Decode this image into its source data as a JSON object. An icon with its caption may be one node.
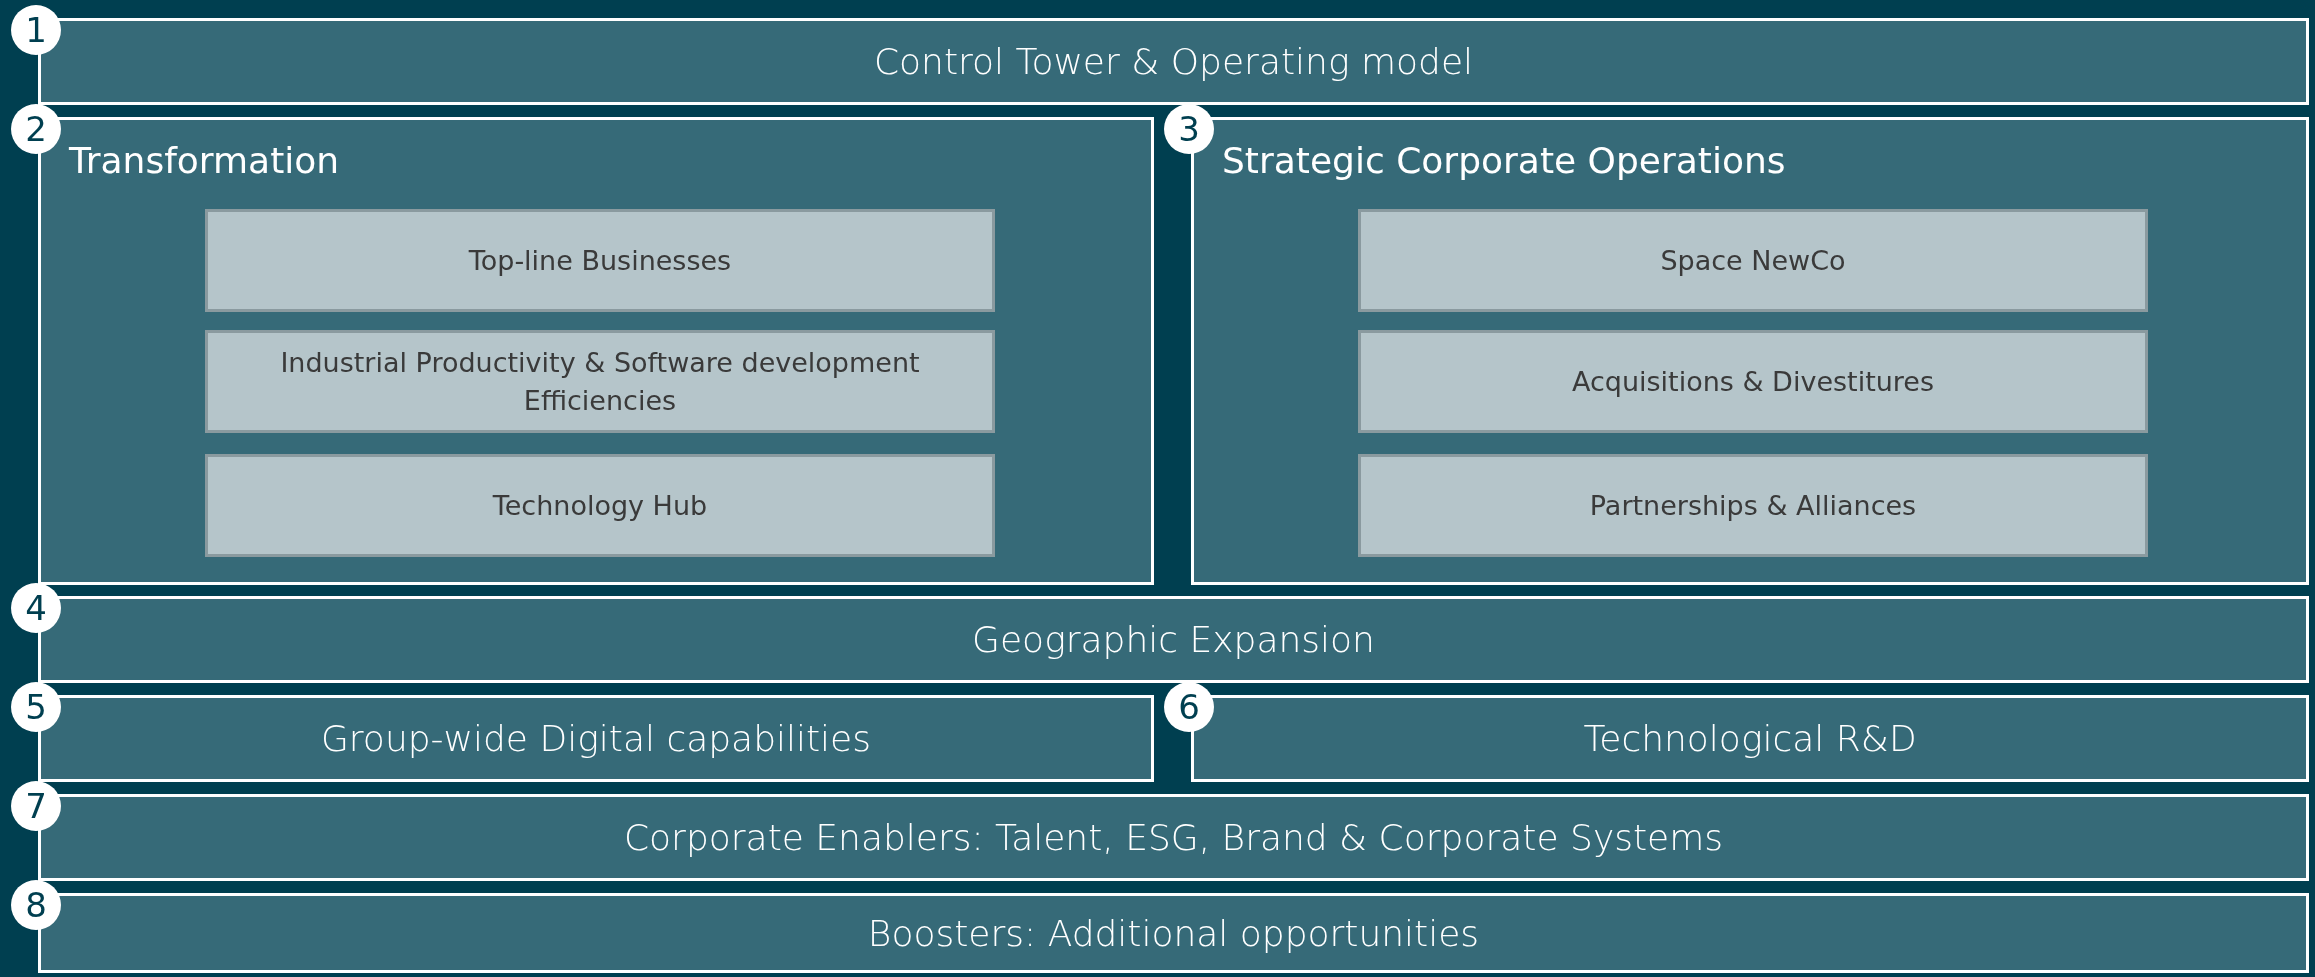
{
  "diagram": {
    "nodes": [
      {
        "text": [
          "Control Tower & Operating model"
        ],
        "beside": [
          "1"
        ]
      },
      {
        "text": [
          "Transformation"
        ],
        "beside": [
          "2"
        ]
      },
      {
        "text": [
          "Top-line Businesses"
        ],
        "in": 1
      },
      {
        "text": [
          "Industrial Productivity & Software development Efficiencies"
        ],
        "in": 1
      },
      {
        "text": [
          "Technology Hub"
        ],
        "in": 1
      },
      {
        "text": [
          "Strategic Corporate Operations"
        ],
        "beside": [
          "3"
        ]
      },
      {
        "text": [
          "Space NewCo"
        ],
        "in": 5
      },
      {
        "text": [
          "Acquisitions & Divestitures"
        ],
        "in": 5
      },
      {
        "text": [
          "Partnerships & Alliances"
        ],
        "in": 5
      },
      {
        "text": [
          "Geographic Expansion"
        ],
        "beside": [
          "4"
        ]
      },
      {
        "text": [
          "Group-wide Digital capabilities"
        ],
        "beside": [
          "5"
        ]
      },
      {
        "text": [
          "Technological R&D"
        ],
        "beside": [
          "6"
        ]
      },
      {
        "text": [
          "Corporate Enablers: Talent, ESG, Brand & Corporate Systems"
        ],
        "beside": [
          "7"
        ]
      },
      {
        "text": [
          "Boosters: Additional opportunities"
        ],
        "beside": [
          "8"
        ]
      }
    ]
  }
}
